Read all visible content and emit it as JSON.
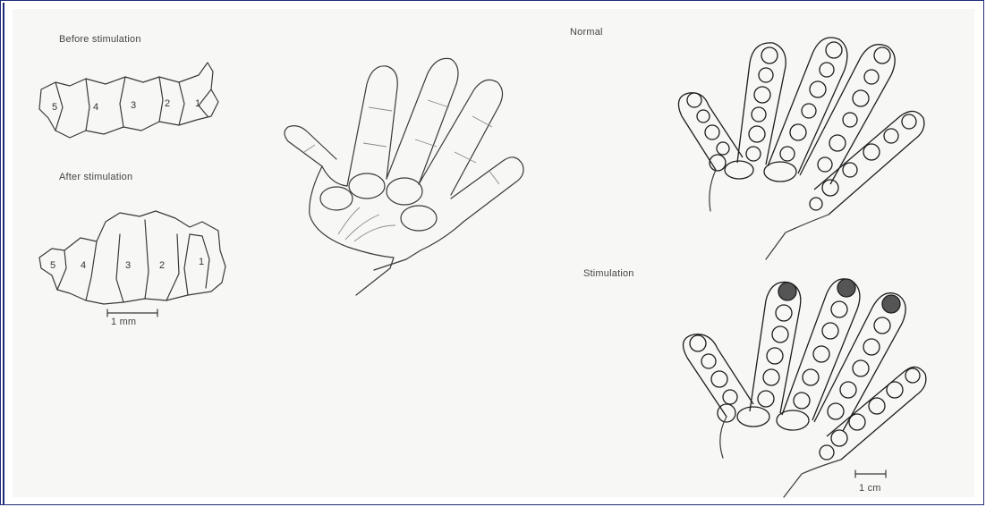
{
  "panel_a": {
    "before_label": "Before stimulation",
    "after_label": "After stimulation",
    "scale_label": "1 mm",
    "before_regions": [
      "5",
      "4",
      "3",
      "2",
      "1"
    ],
    "after_regions": [
      "5",
      "4",
      "3",
      "2",
      "1"
    ]
  },
  "panel_b": {
    "normal_label": "Normal",
    "stimulation_label": "Stimulation",
    "scale_label": "1 cm"
  },
  "colors": {
    "frame_border": "#1f2d7a",
    "line": "#3a3a3a",
    "background": "#ffffff"
  }
}
